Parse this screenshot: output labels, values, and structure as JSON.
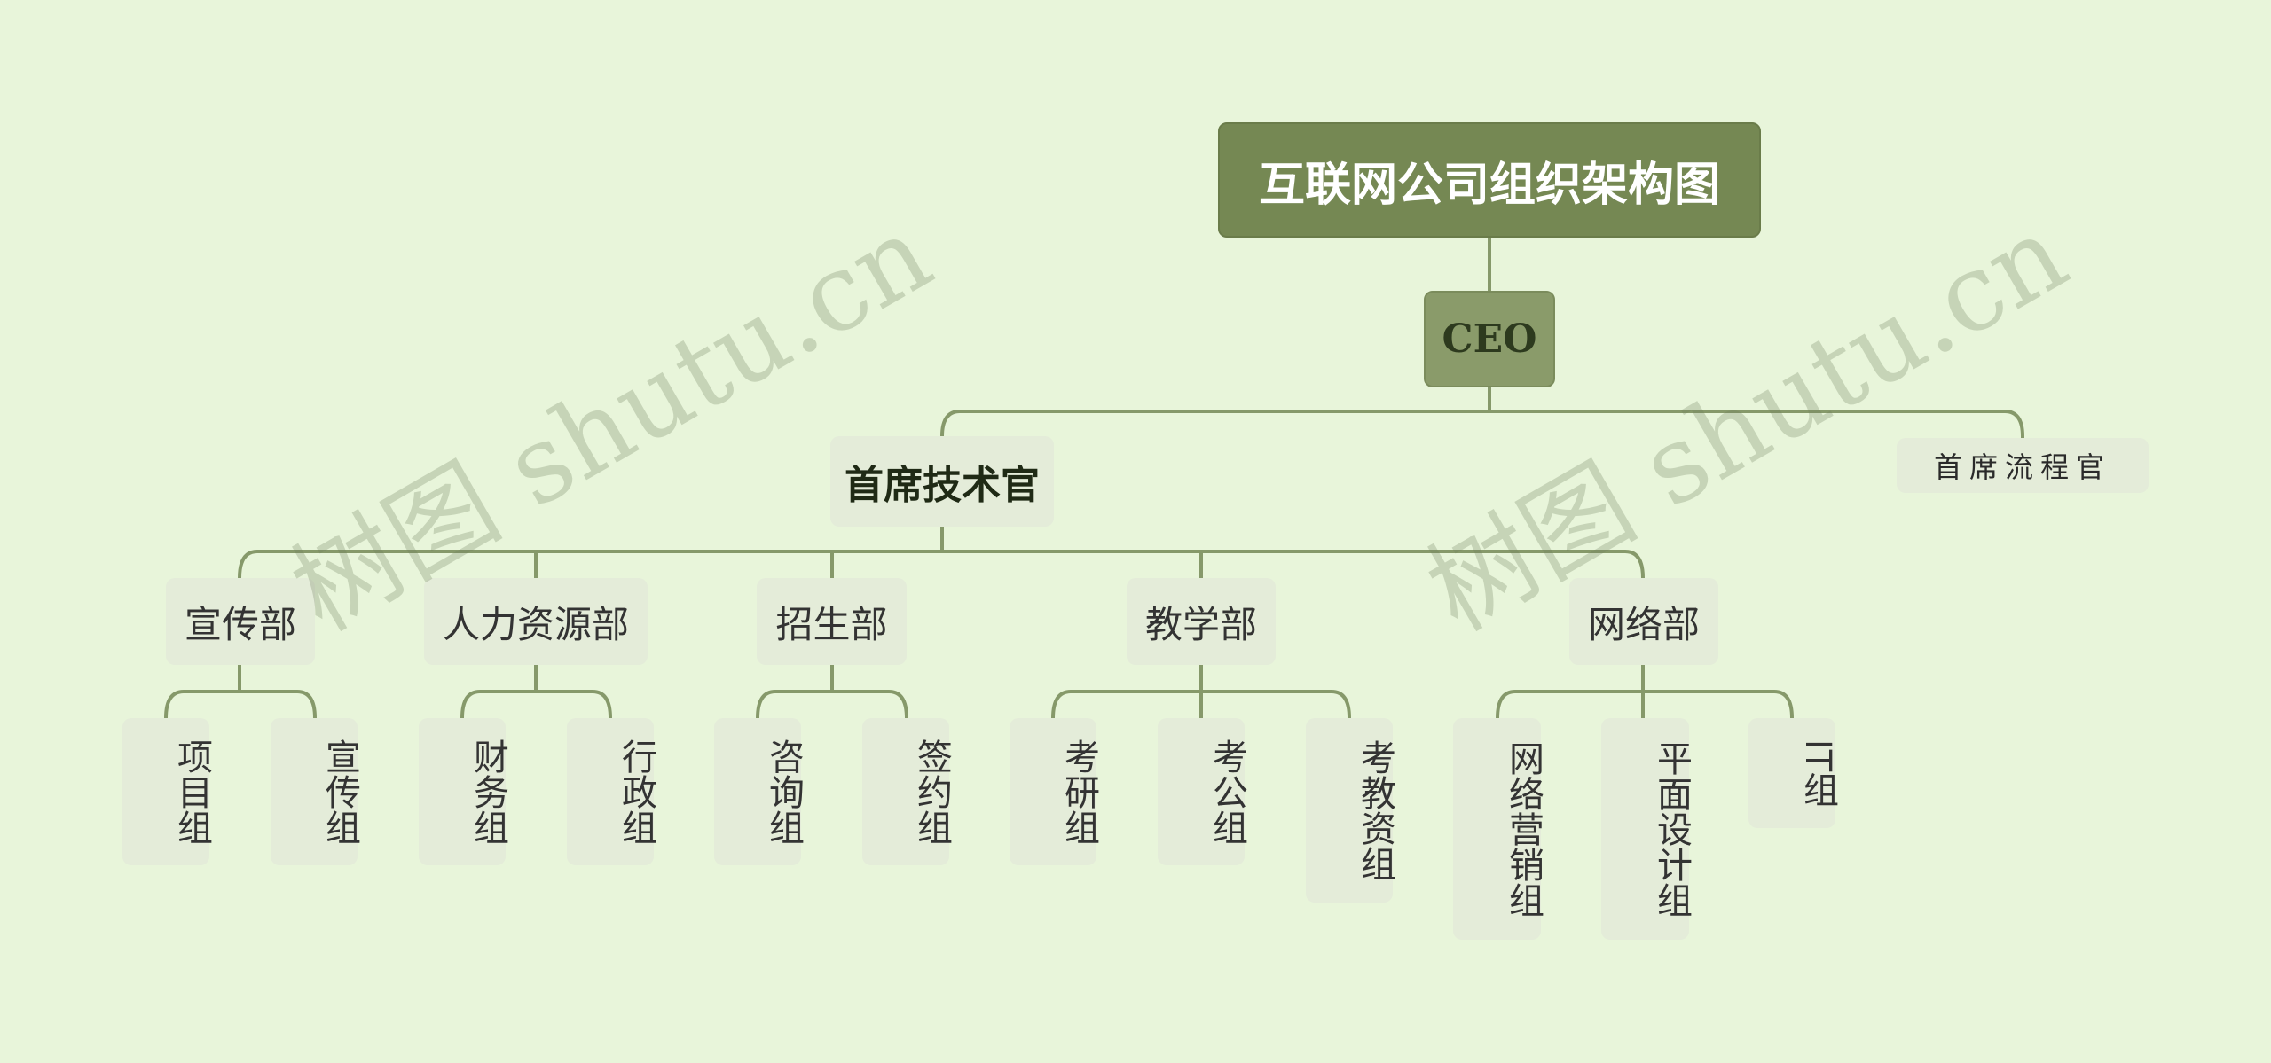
{
  "title": "互联网公司组织架构图",
  "ceo": "CEO",
  "cto": "首席技术官",
  "cpo": "首席流程官",
  "departments": [
    {
      "name": "宣传部",
      "groups": [
        "项目组",
        "宣传组"
      ]
    },
    {
      "name": "人力资源部",
      "groups": [
        "财务组",
        "行政组"
      ]
    },
    {
      "name": "招生部",
      "groups": [
        "咨询组",
        "签约组"
      ]
    },
    {
      "name": "教学部",
      "groups": [
        "考研组",
        "考公组",
        "考教资组"
      ]
    },
    {
      "name": "网络部",
      "groups": [
        "网络营销组",
        "平面设计组",
        "IT组"
      ]
    }
  ],
  "watermark": "树图 shutu.cn",
  "colors": {
    "background": "#e8f5da",
    "root": "#758853",
    "ceo": "#8a9b6a",
    "node": "#e4ecd9",
    "line": "#86996a"
  }
}
